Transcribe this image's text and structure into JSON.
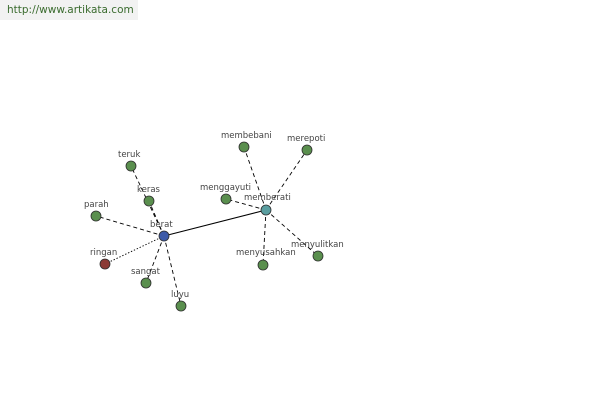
{
  "banner": {
    "url_text": "http://www.artikata.com"
  },
  "colors": {
    "synonym_node": "#5a8f4e",
    "antonym_node": "#8b3a35",
    "root_node": "#3d5aa8",
    "related_root_node": "#5a9ea0",
    "edge": "#000000"
  },
  "graph": {
    "nodes": [
      {
        "id": "berat",
        "label": "berat",
        "kind": "root"
      },
      {
        "id": "memberati",
        "label": "memberati",
        "kind": "related-root"
      },
      {
        "id": "teruk",
        "label": "teruk",
        "kind": "synonym"
      },
      {
        "id": "keras",
        "label": "keras",
        "kind": "synonym"
      },
      {
        "id": "parah",
        "label": "parah",
        "kind": "synonym"
      },
      {
        "id": "ringan",
        "label": "ringan",
        "kind": "antonym"
      },
      {
        "id": "sangat",
        "label": "sangat",
        "kind": "synonym"
      },
      {
        "id": "luyu",
        "label": "luyu",
        "kind": "synonym"
      },
      {
        "id": "membebani",
        "label": "membebani",
        "kind": "synonym"
      },
      {
        "id": "merepoti",
        "label": "merepoti",
        "kind": "synonym"
      },
      {
        "id": "menggayuti",
        "label": "menggayuti",
        "kind": "synonym"
      },
      {
        "id": "menyusahkan",
        "label": "menyusahkan",
        "kind": "synonym"
      },
      {
        "id": "menyulitkan",
        "label": "menyulitkan",
        "kind": "synonym"
      }
    ],
    "edges": [
      {
        "from": "berat",
        "to": "memberati",
        "style": "solid"
      },
      {
        "from": "berat",
        "to": "teruk",
        "style": "dashed"
      },
      {
        "from": "berat",
        "to": "keras",
        "style": "dashed"
      },
      {
        "from": "berat",
        "to": "parah",
        "style": "dashed"
      },
      {
        "from": "berat",
        "to": "ringan",
        "style": "dotted"
      },
      {
        "from": "berat",
        "to": "sangat",
        "style": "dashed"
      },
      {
        "from": "berat",
        "to": "luyu",
        "style": "dashed"
      },
      {
        "from": "memberati",
        "to": "membebani",
        "style": "dashed"
      },
      {
        "from": "memberati",
        "to": "merepoti",
        "style": "dashed"
      },
      {
        "from": "memberati",
        "to": "menggayuti",
        "style": "dashed"
      },
      {
        "from": "memberati",
        "to": "menyusahkan",
        "style": "dashed"
      },
      {
        "from": "memberati",
        "to": "menyulitkan",
        "style": "dashed"
      }
    ]
  }
}
